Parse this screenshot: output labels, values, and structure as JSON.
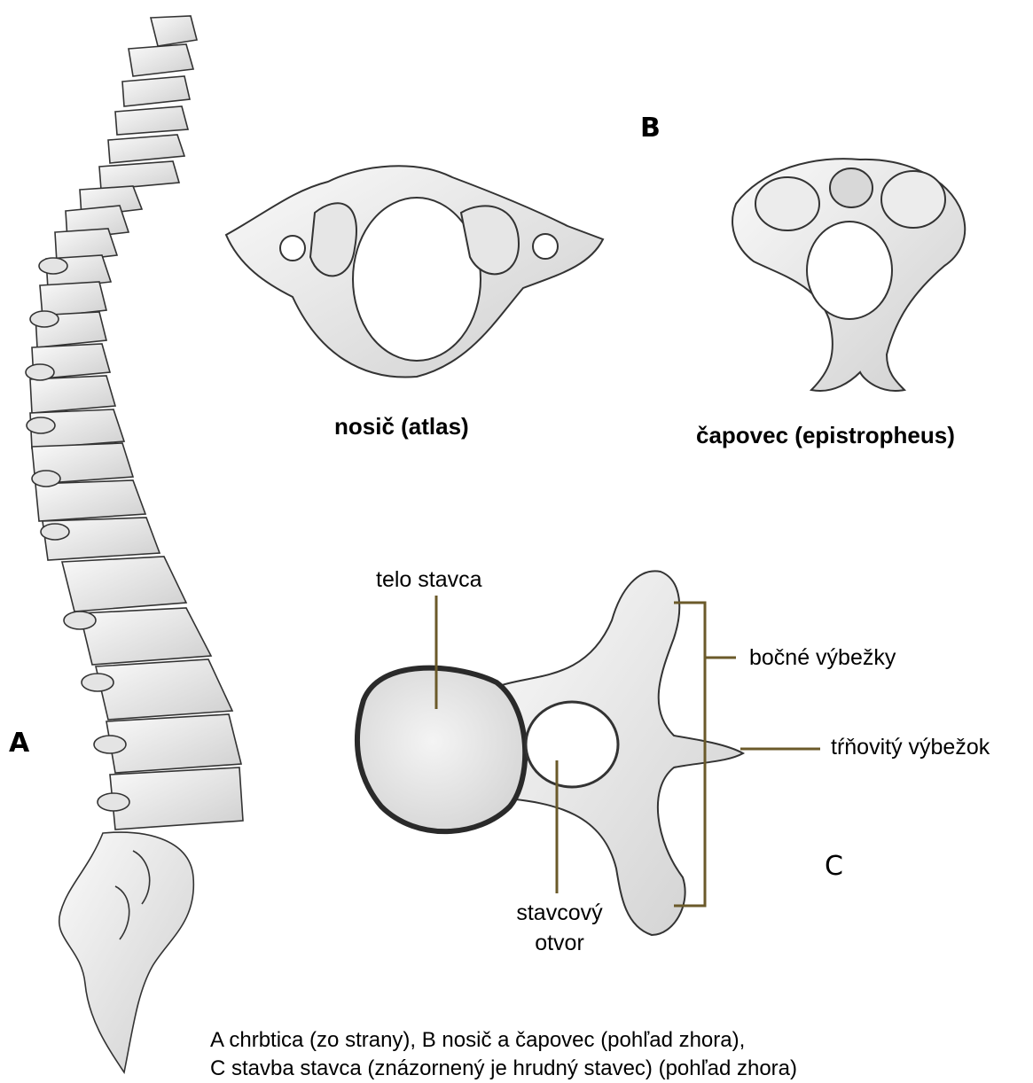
{
  "panels": {
    "a": {
      "letter": "A"
    },
    "b": {
      "letter": "B",
      "atlas_label": "nosič (atlas)",
      "axis_label": "čapovec (epistropheus)"
    },
    "c": {
      "letter": "C",
      "labels": {
        "body": "telo stavca",
        "transverse": "bočné výbežky",
        "spinous": "tŕňovitý výbežok",
        "foramen_line1": "stavcový",
        "foramen_line2": "otvor"
      }
    }
  },
  "caption": {
    "line1": "A chrbtica (zo strany), B nosič a čapovec (pohľad zhora),",
    "line2": "C stavba stavca (znázornený je hrudný stavec) (pohľad zhora)"
  },
  "colors": {
    "bone_fill": "#f2f2f2",
    "bone_shade": "#c9c9c9",
    "outline": "#333333",
    "leader": "#6b5a2a"
  }
}
